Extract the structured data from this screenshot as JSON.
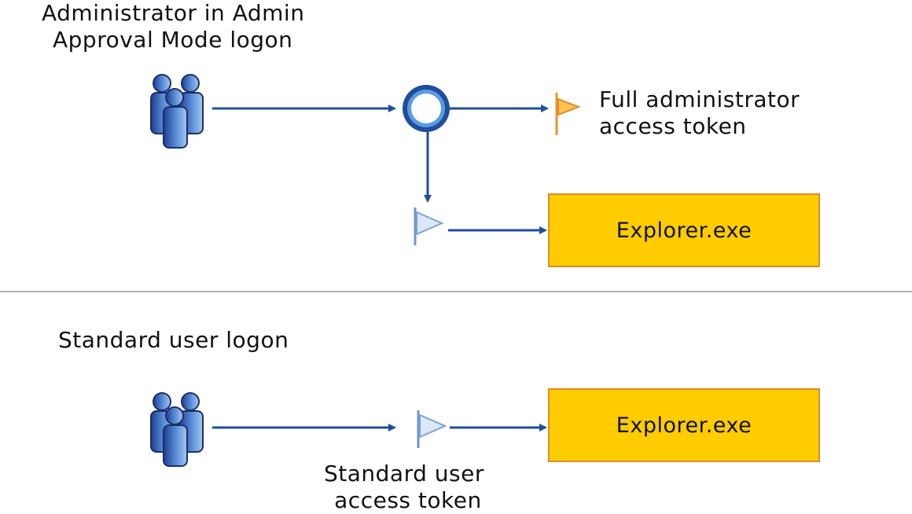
{
  "admin_section": {
    "title_lines": [
      "Administrator in Admin",
      "Approval Mode logon"
    ],
    "full_token_label_lines": [
      "Full administrator",
      "access token"
    ],
    "explorer_label": "Explorer.exe"
  },
  "standard_section": {
    "title": "Standard user logon",
    "token_label_lines": [
      "Standard user",
      "access token"
    ],
    "explorer_label": "Explorer.exe"
  },
  "colors": {
    "arrow": "#1f4e9c",
    "box_fill": "#ffcc00",
    "box_border": "#e08a2c",
    "admin_flag": "#f5a623",
    "standard_flag": "#8fb4e8",
    "divider": "#b0b0b0"
  },
  "icons": [
    "users-icon",
    "logon-node-icon",
    "token-flag-icon"
  ]
}
